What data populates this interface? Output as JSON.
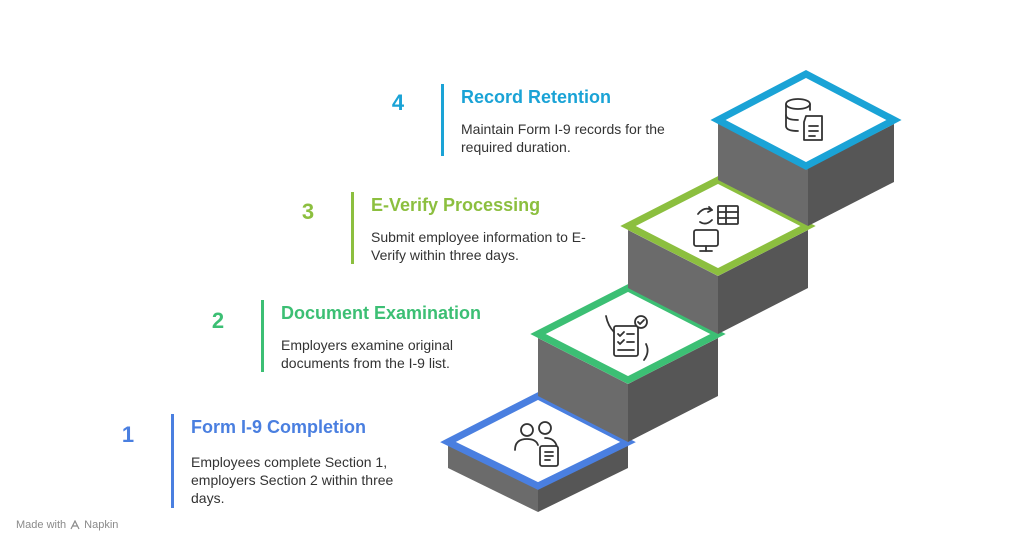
{
  "steps": [
    {
      "number": "1",
      "title": "Form I-9 Completion",
      "description": "Employees complete Section 1, employers Section 2 within three days.",
      "color": "#4A7FE0",
      "icon": "people-document-icon"
    },
    {
      "number": "2",
      "title": "Document Examination",
      "description": "Employers examine original documents from the I-9 list.",
      "color": "#3CBF74",
      "icon": "document-checklist-icon"
    },
    {
      "number": "3",
      "title": "E-Verify Processing",
      "description": "Submit employee information to E-Verify within three days.",
      "color": "#8CBF3F",
      "icon": "monitor-table-sync-icon"
    },
    {
      "number": "4",
      "title": "Record Retention",
      "description": "Maintain Form I-9 records for the required duration.",
      "color": "#1AA3D6",
      "icon": "database-document-icon"
    }
  ],
  "footer": {
    "made_with": "Made with",
    "brand": "Napkin"
  },
  "stair_colors": {
    "side": "#6B6B6B",
    "side_dark": "#565656"
  }
}
